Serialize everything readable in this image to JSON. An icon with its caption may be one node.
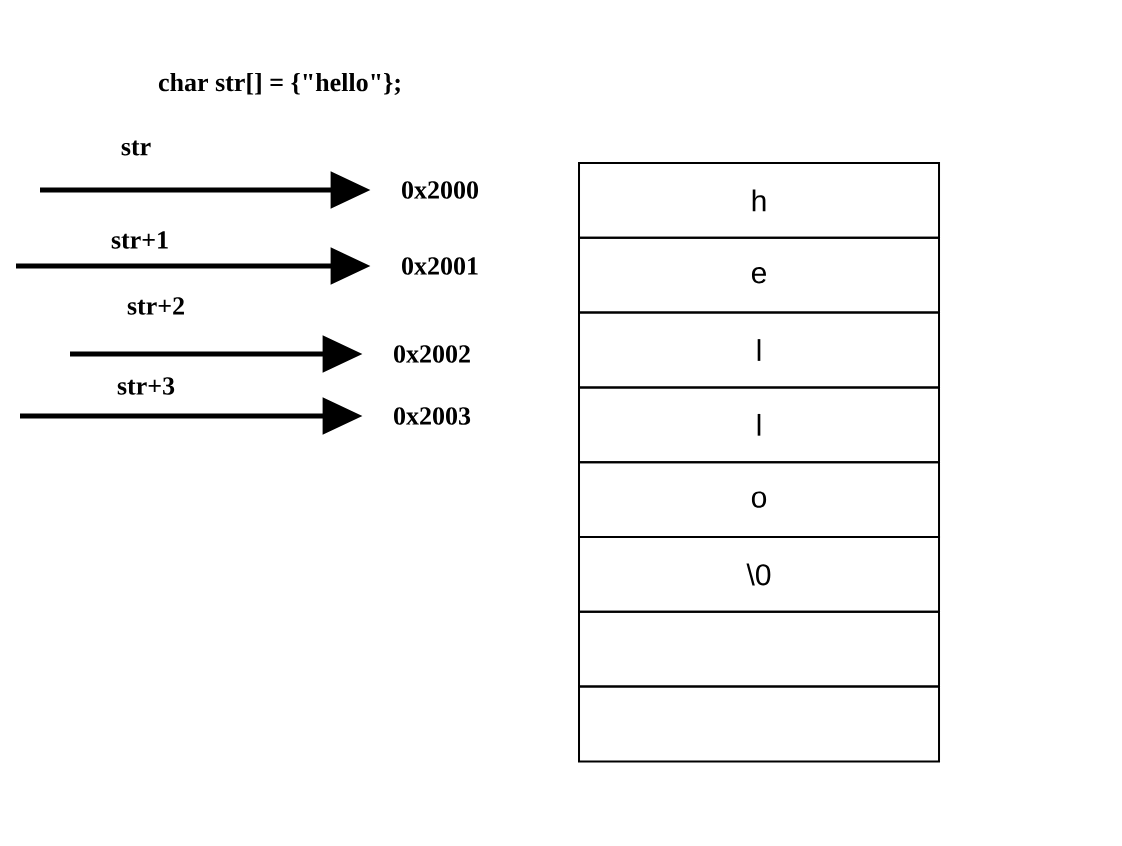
{
  "diagram": {
    "title": "char str[] = {\"hello\"};",
    "nodes": [
      {
        "text": [
          "0x2000"
        ]
      },
      {
        "text": [
          "0x2001"
        ]
      },
      {
        "text": [
          "0x2002"
        ]
      },
      {
        "text": [
          "0x2003"
        ]
      },
      {
        "text": [
          "h"
        ]
      },
      {
        "text": [
          "e"
        ]
      },
      {
        "text": [
          "l"
        ]
      },
      {
        "text": [
          "l"
        ]
      },
      {
        "text": [
          "o"
        ]
      },
      {
        "text": [
          "\\0"
        ]
      },
      {
        "text": [],
        "shape": "box"
      },
      {
        "text": [],
        "shape": "box"
      }
    ],
    "edges": [
      {
        "from": null,
        "to": 0,
        "arrow": "to",
        "label": "str"
      },
      {
        "from": null,
        "to": 1,
        "arrow": "to",
        "label": "str+1"
      },
      {
        "from": null,
        "to": 2,
        "arrow": "to",
        "label": "str+2"
      },
      {
        "from": null,
        "to": 3,
        "arrow": "to",
        "label": "str+3"
      }
    ]
  }
}
